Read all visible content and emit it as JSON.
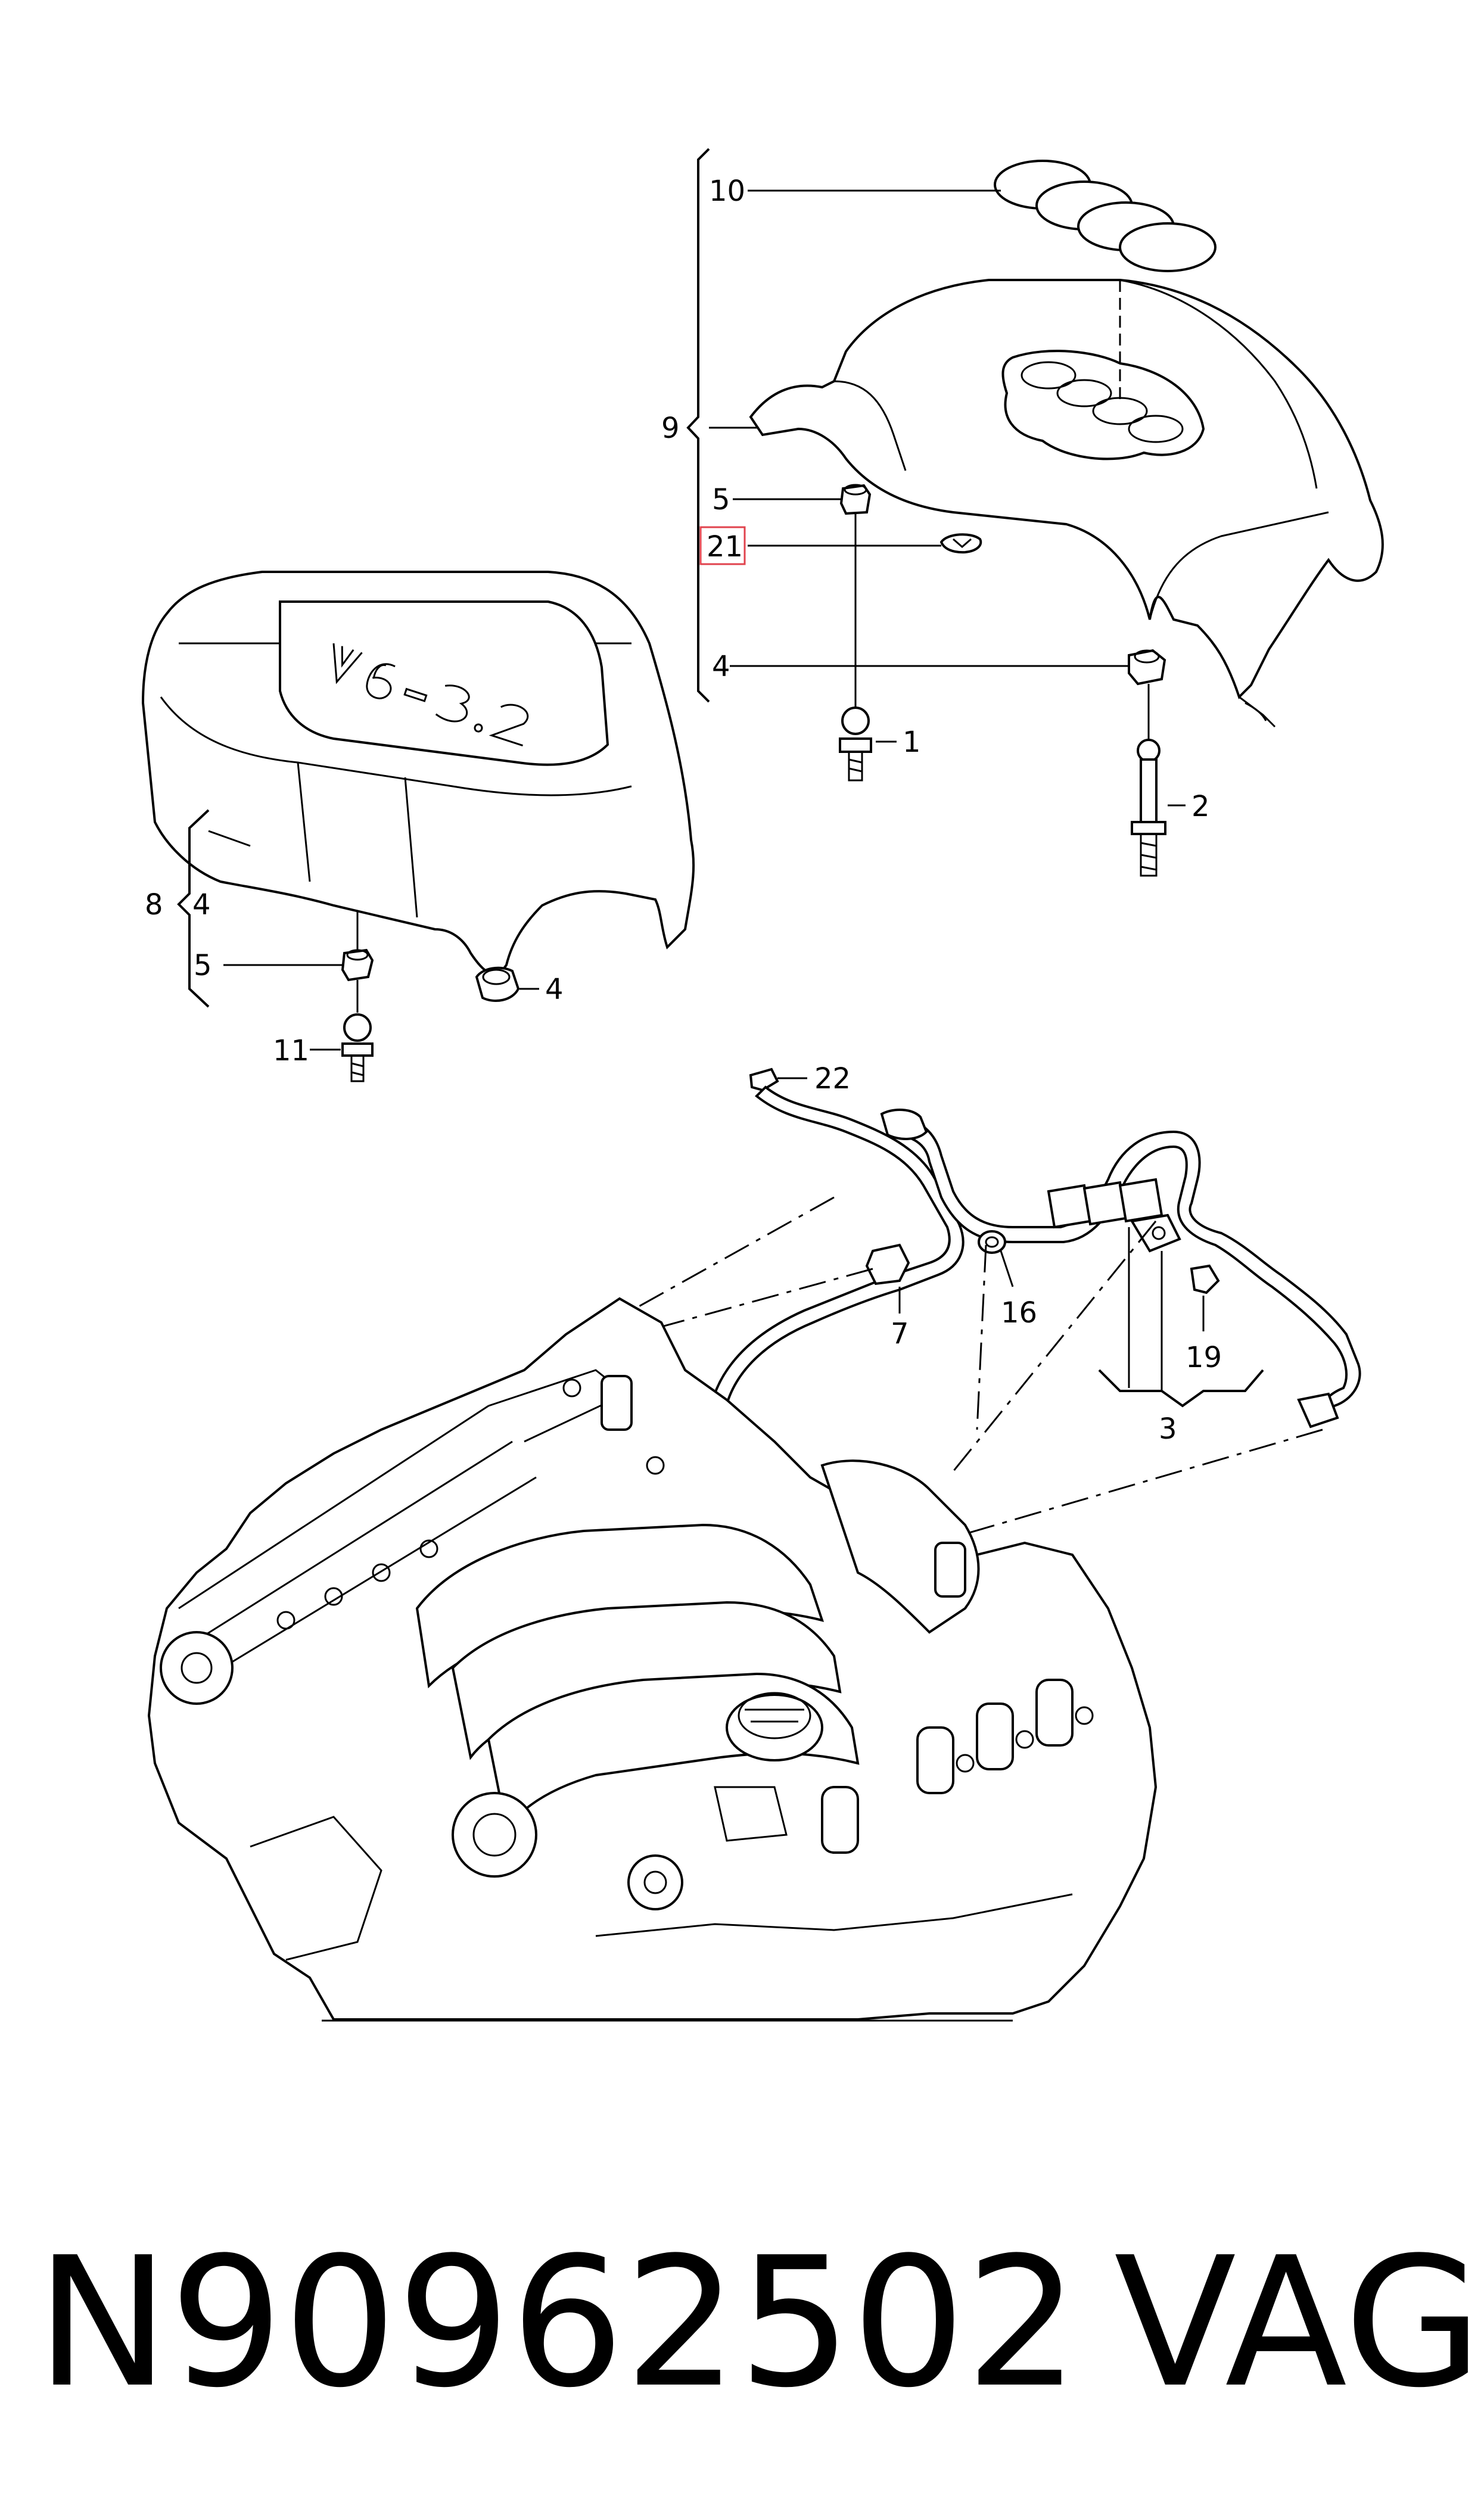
{
  "diagram": {
    "callouts": {
      "c10": "10",
      "c9": "9",
      "c5a": "5",
      "c21": "21",
      "c4a": "4",
      "c1": "1",
      "c2": "2",
      "c8": "8",
      "c4b": "4",
      "c5b": "5",
      "c4c": "4",
      "c11": "11",
      "c22": "22",
      "c7": "7",
      "c16": "16",
      "c19": "19",
      "c3": "3"
    },
    "highlight_color": "#e0434d",
    "highlighted_callout": "21"
  },
  "footer": {
    "part_number": "N90962502",
    "brand": "VAG"
  }
}
